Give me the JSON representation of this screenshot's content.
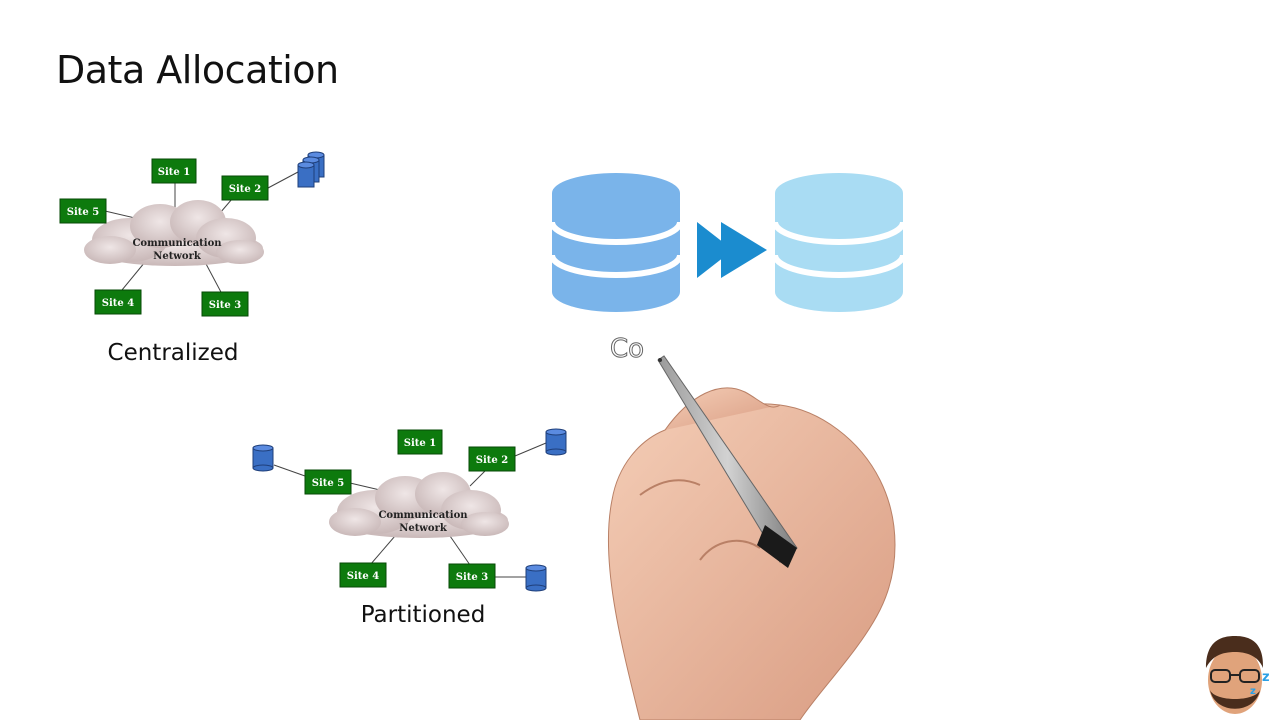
{
  "title": "Data Allocation",
  "centralized": {
    "caption": "Centralized",
    "network_label_line1": "Communication",
    "network_label_line2": "Network",
    "sites": [
      "Site 1",
      "Site 2",
      "Site 3",
      "Site 4",
      "Site 5"
    ]
  },
  "partitioned": {
    "caption": "Partitioned",
    "network_label_line1": "Communication",
    "network_label_line2": "Network",
    "sites": [
      "Site 1",
      "Site 2",
      "Site 3",
      "Site 4",
      "Site 5"
    ]
  },
  "transfer": {
    "partial_text": "Co"
  },
  "colors": {
    "site_green": "#0d7a0d",
    "disk_blue": "#3a6fc4",
    "db_source": "#7ab4ea",
    "db_target": "#a9dcf3",
    "arrow": "#1b8ccf",
    "cloud": "#d8c9c9"
  }
}
